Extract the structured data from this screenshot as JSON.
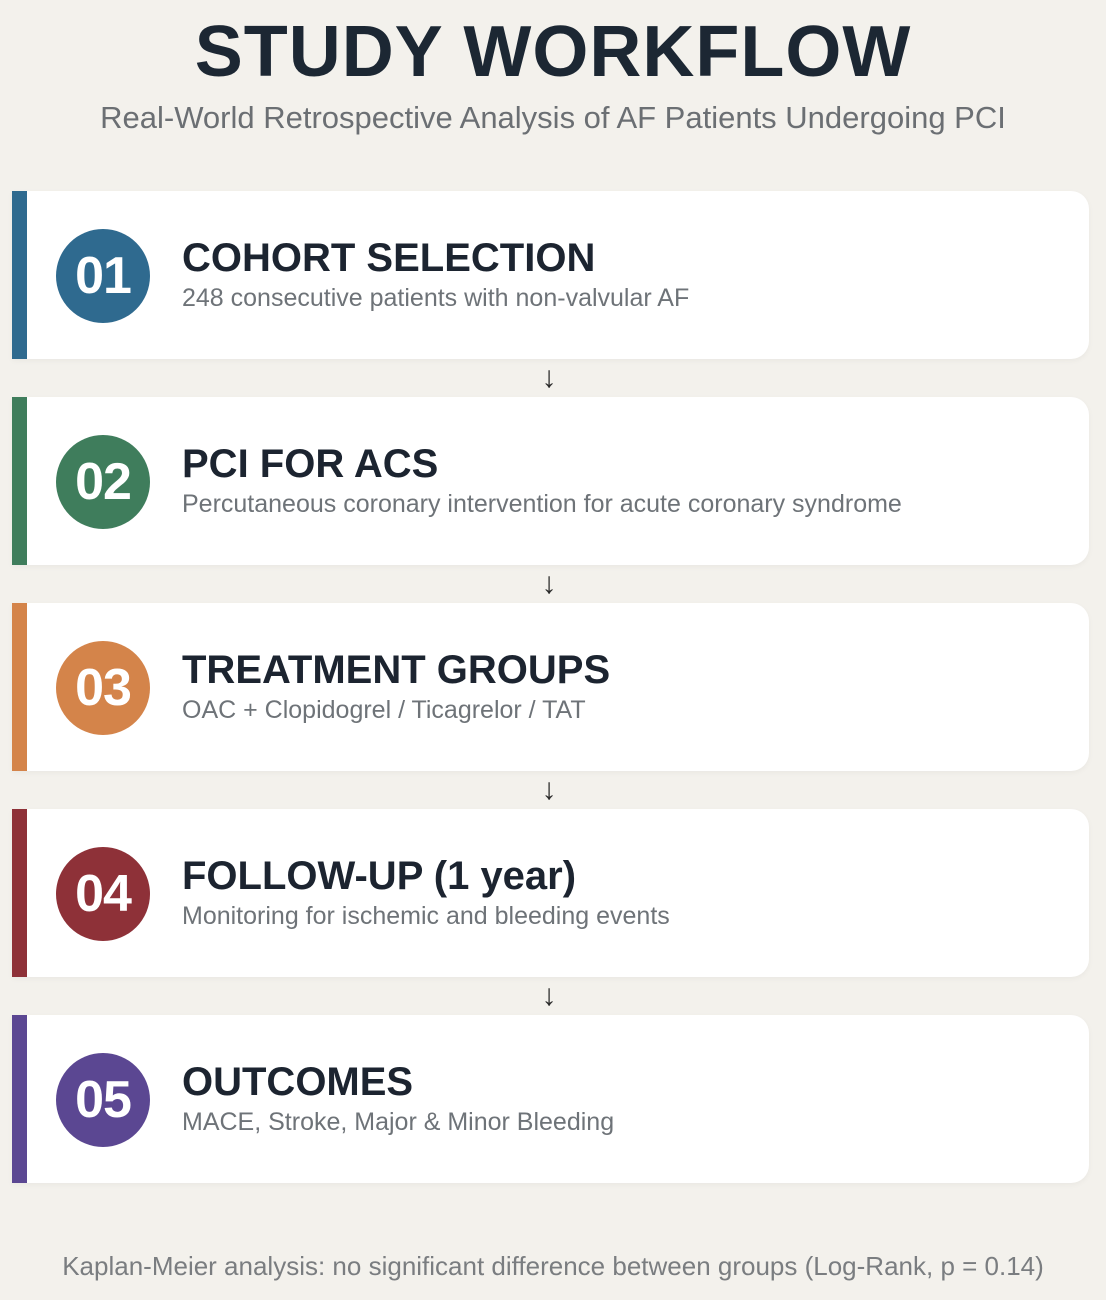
{
  "header": {
    "title": "STUDY WORKFLOW",
    "subtitle": "Real-World Retrospective Analysis of AF Patients Undergoing PCI"
  },
  "steps": [
    {
      "number": "01",
      "title": "COHORT SELECTION",
      "description": "248 consecutive patients with non-valvular AF",
      "color": "#2f6a8f"
    },
    {
      "number": "02",
      "title": "PCI FOR ACS",
      "description": "Percutaneous coronary intervention for acute coronary syndrome",
      "color": "#3f7d5c"
    },
    {
      "number": "03",
      "title": "TREATMENT GROUPS",
      "description": "OAC + Clopidogrel / Ticagrelor / TAT",
      "color": "#d4844a"
    },
    {
      "number": "04",
      "title": "FOLLOW-UP (1 year)",
      "description": "Monitoring for ischemic and bleeding events",
      "color": "#8e3138"
    },
    {
      "number": "05",
      "title": "OUTCOMES",
      "description": "MACE, Stroke, Major & Minor Bleeding",
      "color": "#5b4792"
    }
  ],
  "connector_icon": "down-arrow-icon",
  "connector_glyph": "↓",
  "footnote": "Kaplan-Meier analysis: no significant difference between groups (Log-Rank, p = 0.14)"
}
